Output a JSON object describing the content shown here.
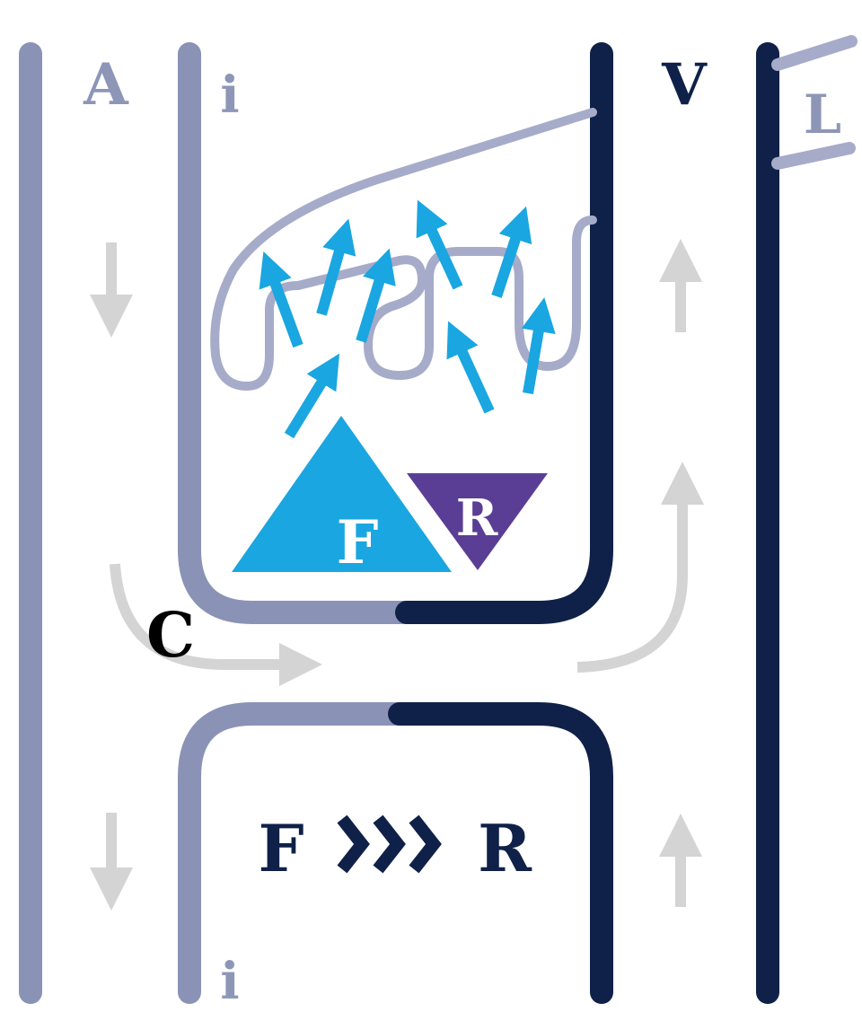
{
  "labels": {
    "artery": "A",
    "interstitium_top": "i",
    "interstitium_bottom": "i",
    "vein": "V",
    "lymph": "L",
    "capillary": "C",
    "filtration": "F",
    "reabsorption": "R",
    "bottom_filtration": "F",
    "bottom_reabsorption": "R"
  },
  "colors": {
    "artery": "#8a93b6",
    "vein": "#0f2148",
    "label_light": "#8e96b7",
    "label_dark": "#0f2148",
    "lymph_vessel": "#a6abc9",
    "flow_arrow": "#d4d4d4",
    "filtration_triangle": "#1aa6e0",
    "reabsorption_triangle": "#5a3e95",
    "fluid_arrow": "#1aa6e0",
    "capillary_label": "#000000"
  },
  "icons": [
    "flow-down-arrow-icon",
    "flow-up-arrow-icon",
    "fluid-arrow-icon",
    "chevrons-icon"
  ]
}
